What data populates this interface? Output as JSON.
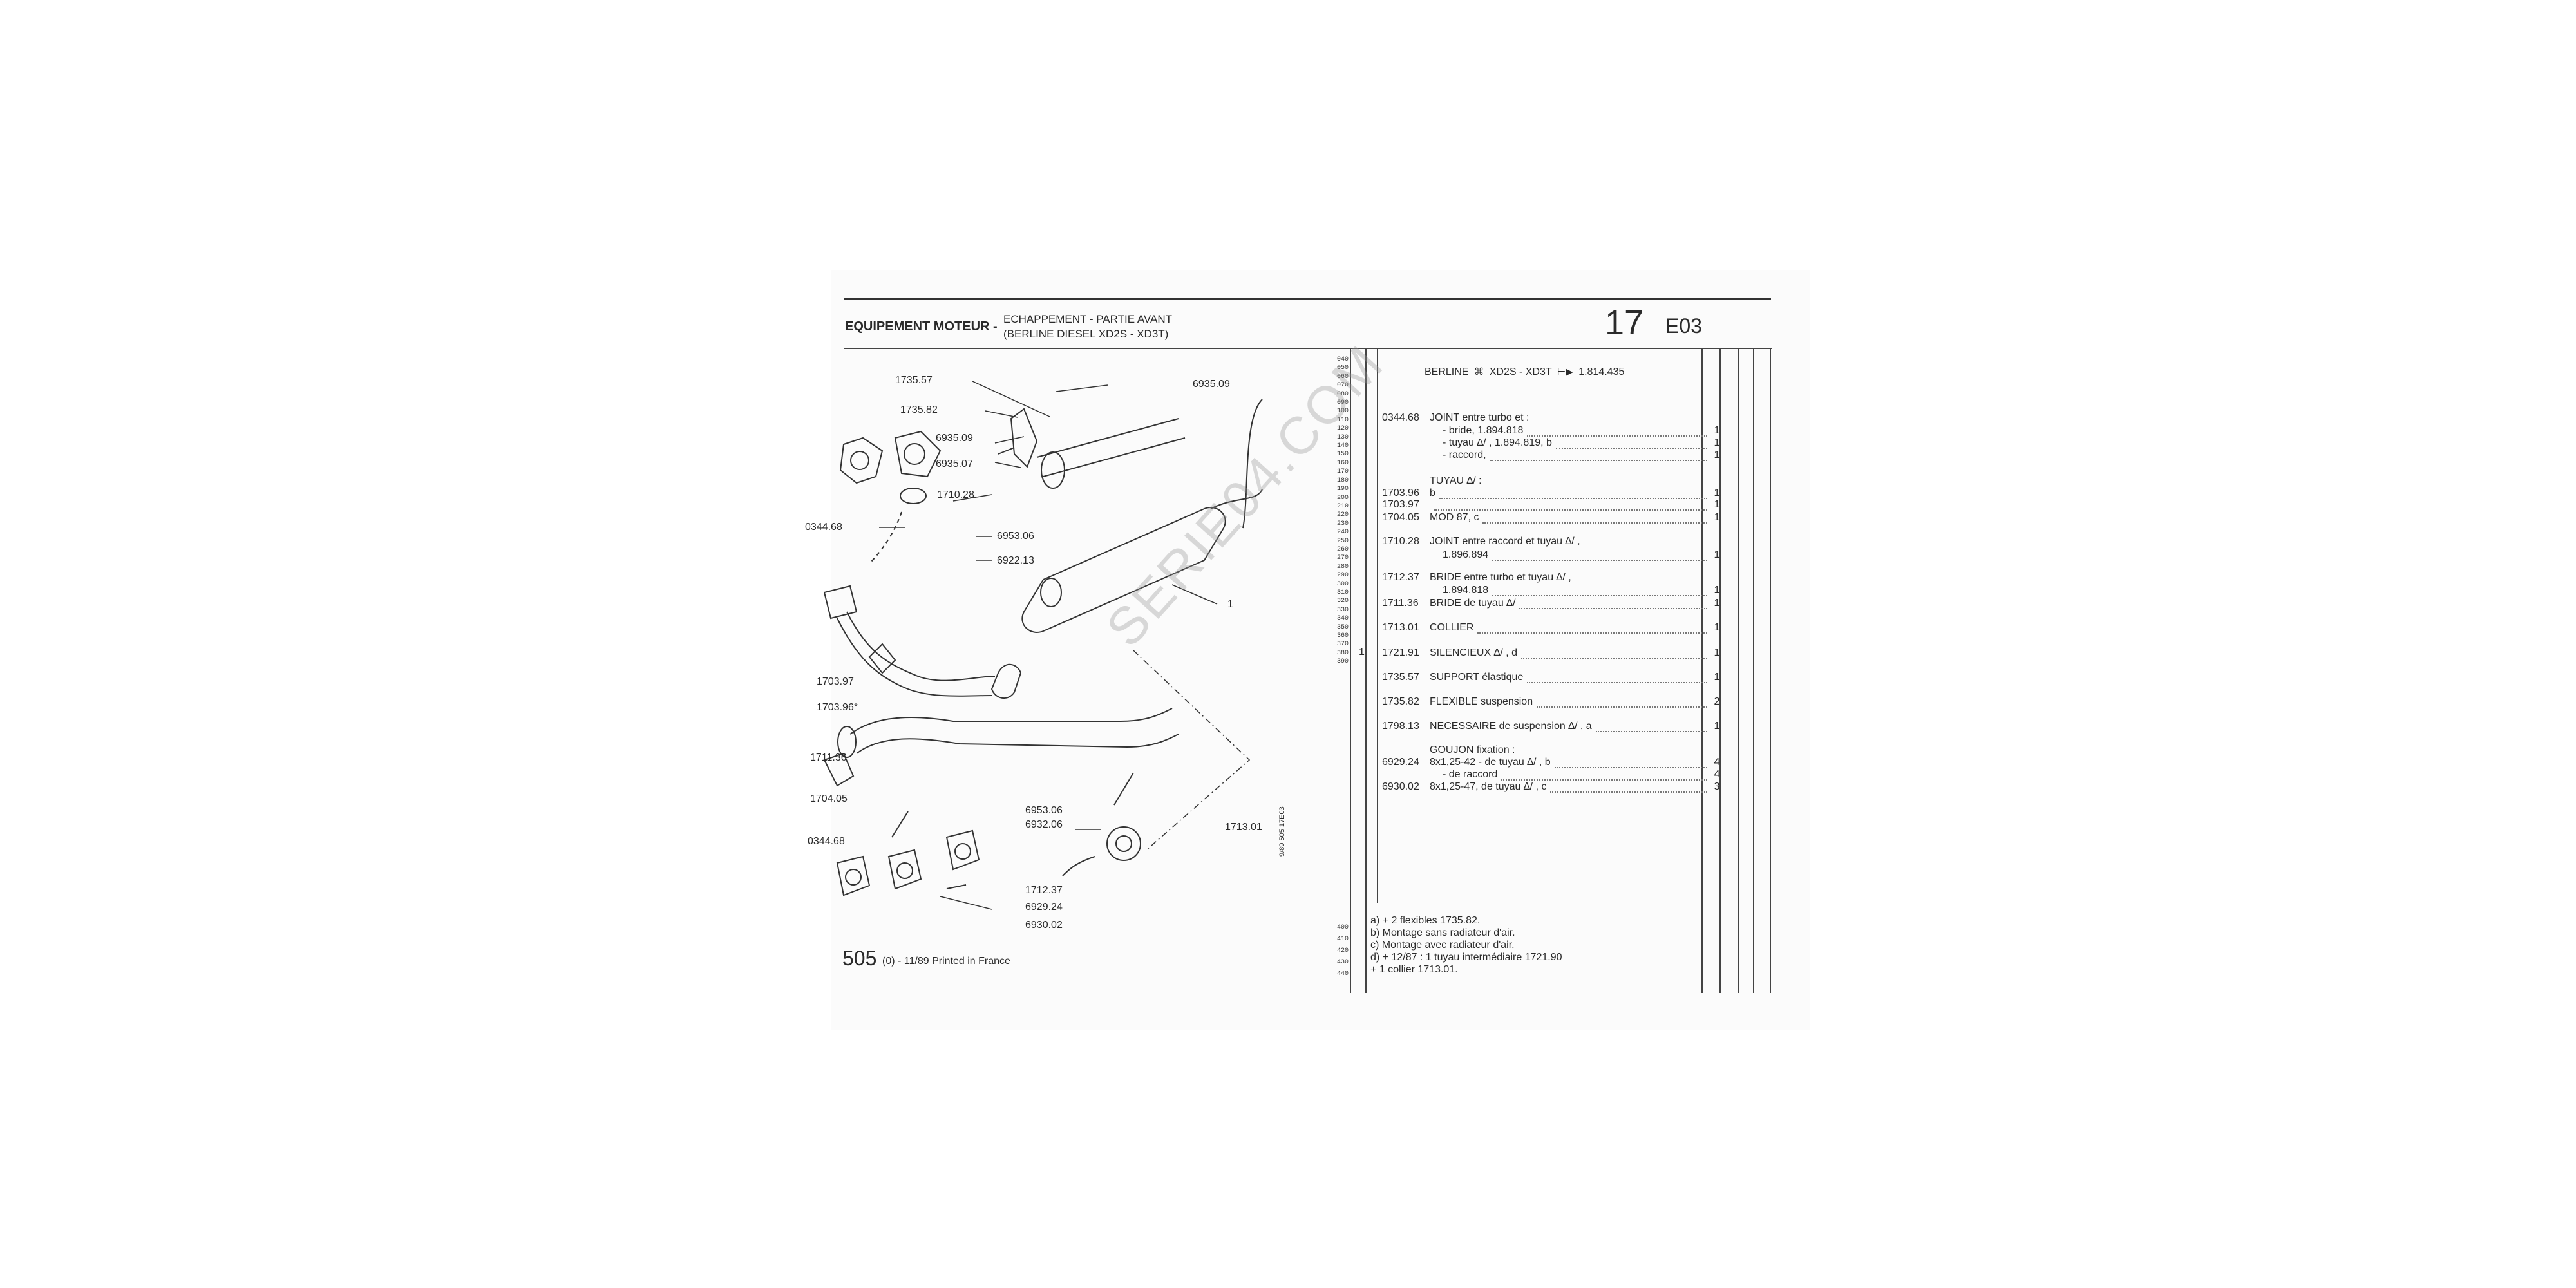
{
  "header": {
    "section": "EQUIPEMENT MOTEUR -",
    "subtitle_1": "ECHAPPEMENT - PARTIE AVANT",
    "subtitle_2": "(BERLINE DIESEL XD2S - XD3T)",
    "page_number": "17",
    "page_code": "E03"
  },
  "model_line": {
    "model": "BERLINE",
    "engines": "XD2S - XD3T",
    "from_serial": "1.814.435"
  },
  "line_numbers": [
    "040",
    "050",
    "060",
    "070",
    "080",
    "090",
    "100",
    "110",
    "120",
    "130",
    "140",
    "150",
    "160",
    "170",
    "180",
    "190",
    "200",
    "210",
    "220",
    "230",
    "240",
    "250",
    "260",
    "270",
    "280",
    "290",
    "300",
    "310",
    "320",
    "330",
    "340",
    "350",
    "360",
    "370",
    "380",
    "390"
  ],
  "line_numbers_bottom": [
    "400",
    "410",
    "420",
    "430",
    "440"
  ],
  "parts": [
    {
      "ref": "0344.68",
      "desc": "JOINT entre turbo et :",
      "qty": ""
    },
    {
      "ref": "",
      "desc": "- bride,  1.894.818",
      "qty": "1"
    },
    {
      "ref": "",
      "desc": "- tuyau ∆/ ,  1.894.819,  b",
      "qty": "1"
    },
    {
      "ref": "",
      "desc": "- raccord,",
      "qty": "1"
    },
    {
      "ref": "",
      "desc": "TUYAU ∆/ :",
      "qty": ""
    },
    {
      "ref": "1703.96",
      "desc": "  b",
      "qty": "1"
    },
    {
      "ref": "1703.97",
      "desc": "",
      "qty": "1"
    },
    {
      "ref": "1704.05",
      "desc": "  MOD 87,  c",
      "qty": "1"
    },
    {
      "ref": "1710.28",
      "desc": "JOINT entre raccord et tuyau ∆/ ,",
      "qty": ""
    },
    {
      "ref": "",
      "desc": "  1.896.894",
      "qty": "1"
    },
    {
      "ref": "1712.37",
      "desc": "BRIDE entre turbo et tuyau ∆/ ,",
      "qty": ""
    },
    {
      "ref": "",
      "desc": "  1.894.818",
      "qty": "1"
    },
    {
      "ref": "1711.36",
      "desc": "BRIDE de tuyau ∆/",
      "qty": "1"
    },
    {
      "ref": "1713.01",
      "desc": "COLLIER",
      "qty": "1"
    },
    {
      "ref": "1721.91",
      "desc": "SILENCIEUX ∆/ ,  d",
      "qty": "1"
    },
    {
      "ref": "1735.57",
      "desc": "SUPPORT élastique",
      "qty": "1"
    },
    {
      "ref": "1735.82",
      "desc": "FLEXIBLE suspension",
      "qty": "2"
    },
    {
      "ref": "1798.13",
      "desc": "NECESSAIRE de suspension ∆/ ,  a",
      "qty": "1"
    },
    {
      "ref": "",
      "desc": "GOUJON fixation :",
      "qty": ""
    },
    {
      "ref": "6929.24",
      "desc": "8x1,25-42 - de tuyau ∆/ ,  b",
      "qty": "4"
    },
    {
      "ref": "",
      "desc": "- de raccord",
      "qty": "4"
    },
    {
      "ref": "6930.02",
      "desc": "8x1,25-47, de tuyau ∆/ ,  c",
      "qty": "3"
    }
  ],
  "silencieux_marker": "1",
  "notes": [
    "a)  +  2 flexibles 1735.82.",
    "b) Montage sans radiateur d'air.",
    "c) Montage avec radiateur d'air.",
    "d)  +  12/87 : 1 tuyau intermédiaire 1721.90",
    "  + 1 collier 1713.01."
  ],
  "diagram_labels": {
    "l1735_57": "1735.57",
    "l1735_82": "1735.82",
    "l6935_09a": "6935.09",
    "l6935_09b": "6935.09",
    "l6935_07": "6935.07",
    "l1710_28": "1710.28",
    "l0344_68a": "0344.68",
    "l6953_06a": "6953.06",
    "l6922_13": "6922.13",
    "l1": "1",
    "l1703_97": "1703.97",
    "l1703_96": "1703.96*",
    "l1711_36": "1711.36",
    "l1704_05": "1704.05",
    "l0344_68b": "0344.68",
    "l6953_06b": "6953.06",
    "l6932_06": "6932.06",
    "l1712_37": "1712.37",
    "l6929_24": "6929.24",
    "l6930_02": "6930.02",
    "l1713_01": "1713.01"
  },
  "footer": {
    "code": "505",
    "text": "(0) - 11/89 Printed in France"
  },
  "side_code": "9/89 505 17E03",
  "watermark": "SERIE04.COM"
}
